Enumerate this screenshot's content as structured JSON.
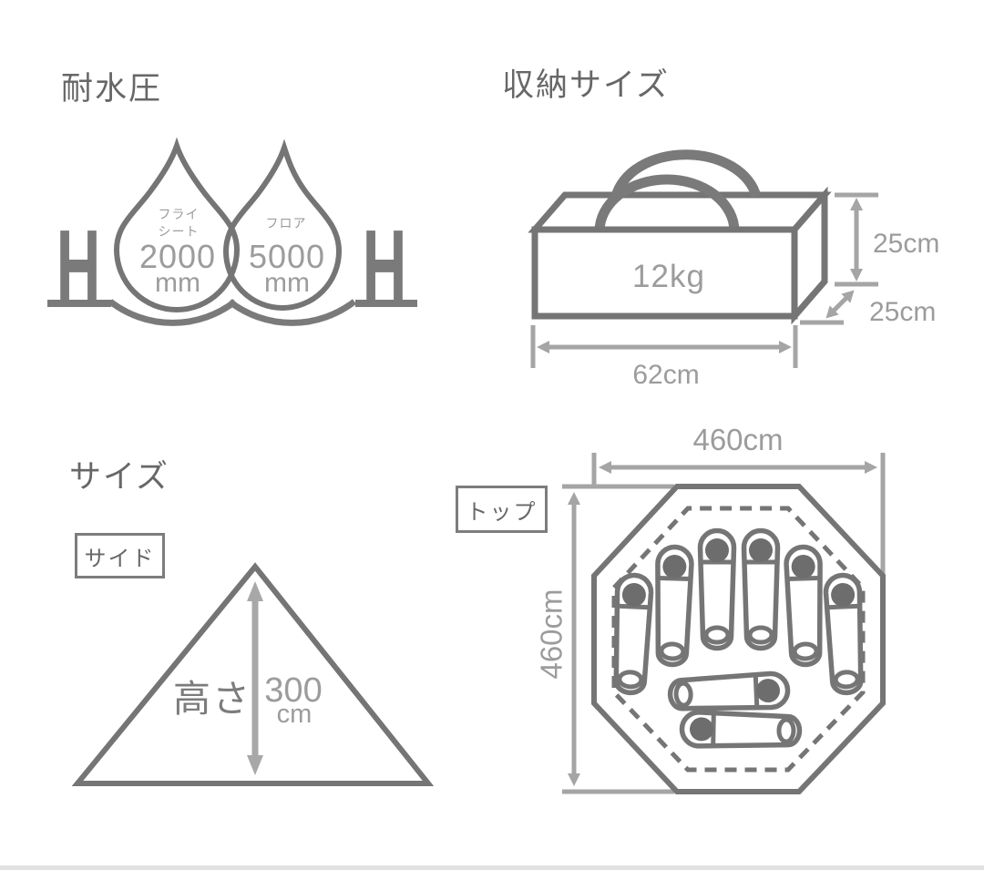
{
  "water": {
    "title": "耐水圧",
    "h_left": "H",
    "h_right": "H",
    "drop_left": {
      "label1": "フライ",
      "label2": "シート",
      "value": "2000",
      "unit": "mm"
    },
    "drop_right": {
      "label1": "フロア",
      "value": "5000",
      "unit": "mm"
    }
  },
  "storage": {
    "title": "収納サイズ",
    "weight": "12kg",
    "height": "25cm",
    "depth": "25cm",
    "width": "62cm"
  },
  "size": {
    "title": "サイズ",
    "side_tag": "サイド",
    "height_label": "高さ",
    "height_value": "300",
    "height_unit": "cm"
  },
  "top_view": {
    "tag": "トップ",
    "width": "460cm",
    "height": "460cm",
    "sleeper_count": 8
  },
  "colors": {
    "outline": "#757575",
    "dimension": "#a5a5a5",
    "light_text": "#9c9c9c",
    "title_text": "#676767",
    "head_fill": "#6d6d6d"
  }
}
